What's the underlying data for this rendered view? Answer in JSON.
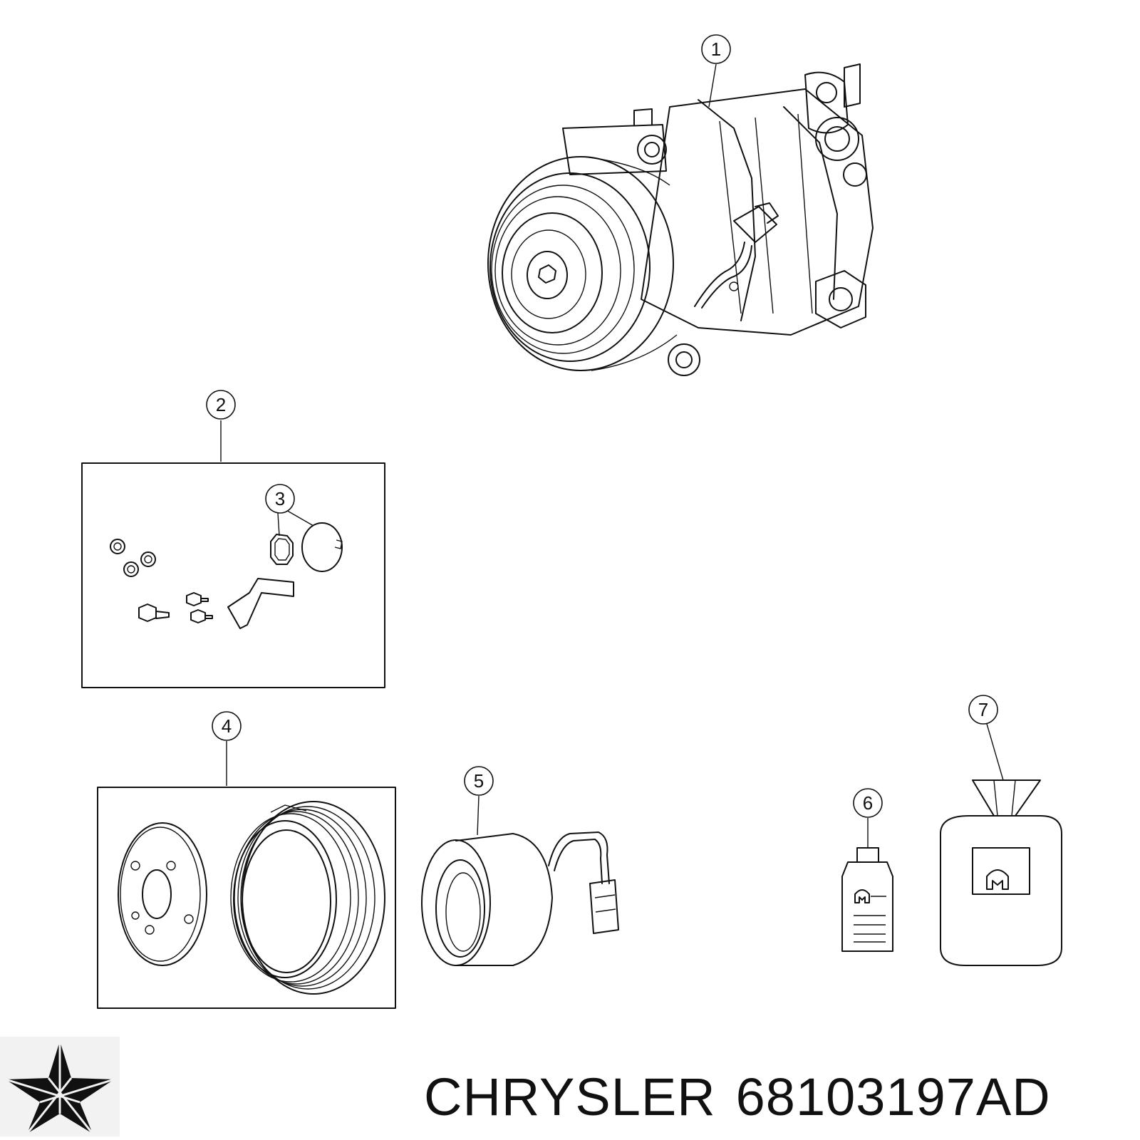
{
  "callouts": [
    "1",
    "2",
    "3",
    "4",
    "5",
    "6",
    "7"
  ],
  "footer": {
    "brand": "CHRYSLER",
    "part_number": "68103197AD"
  }
}
